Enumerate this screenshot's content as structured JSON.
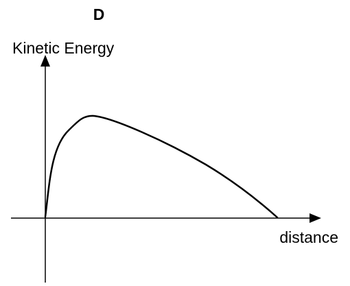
{
  "option_letter": "D",
  "y_axis_label": "Kinetic Energy",
  "x_axis_label": "distance",
  "colors": {
    "ink": "#000000",
    "background": "#ffffff"
  }
}
